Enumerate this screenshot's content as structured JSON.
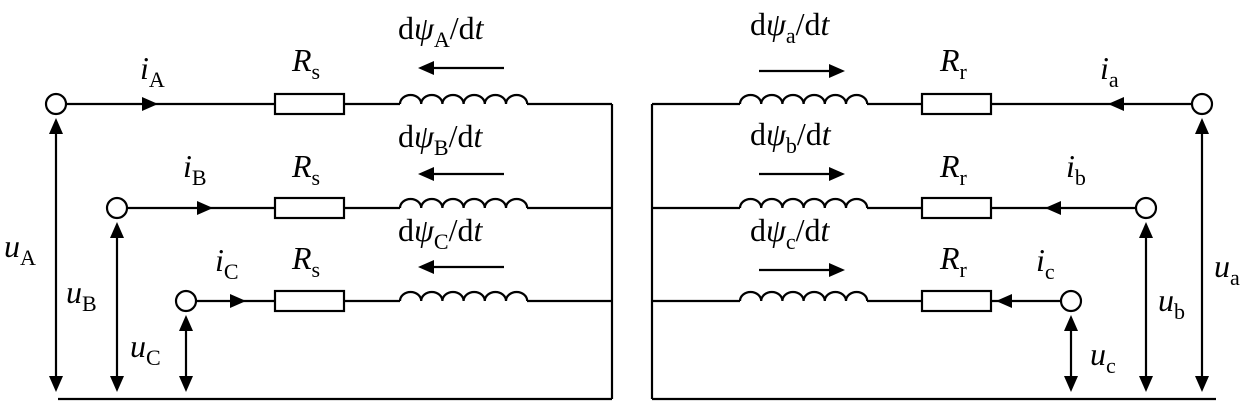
{
  "stator": {
    "phases": [
      {
        "id": "A",
        "current": {
          "sym": "i",
          "sub": "A"
        },
        "voltage": {
          "sym": "u",
          "sub": "A"
        },
        "resistor": {
          "sym": "R",
          "sub": "s"
        },
        "emf": {
          "pre": "d",
          "sym": "ψ",
          "sub": "A",
          "post": "/d",
          "var": "t"
        }
      },
      {
        "id": "B",
        "current": {
          "sym": "i",
          "sub": "B"
        },
        "voltage": {
          "sym": "u",
          "sub": "B"
        },
        "resistor": {
          "sym": "R",
          "sub": "s"
        },
        "emf": {
          "pre": "d",
          "sym": "ψ",
          "sub": "B",
          "post": "/d",
          "var": "t"
        }
      },
      {
        "id": "C",
        "current": {
          "sym": "i",
          "sub": "C"
        },
        "voltage": {
          "sym": "u",
          "sub": "C"
        },
        "resistor": {
          "sym": "R",
          "sub": "s"
        },
        "emf": {
          "pre": "d",
          "sym": "ψ",
          "sub": "C",
          "post": "/d",
          "var": "t"
        }
      }
    ]
  },
  "rotor": {
    "phases": [
      {
        "id": "a",
        "current": {
          "sym": "i",
          "sub": "a"
        },
        "voltage": {
          "sym": "u",
          "sub": "a"
        },
        "resistor": {
          "sym": "R",
          "sub": "r"
        },
        "emf": {
          "pre": "d",
          "sym": "ψ",
          "sub": "a",
          "post": "/d",
          "var": "t"
        }
      },
      {
        "id": "b",
        "current": {
          "sym": "i",
          "sub": "b"
        },
        "voltage": {
          "sym": "u",
          "sub": "b"
        },
        "resistor": {
          "sym": "R",
          "sub": "r"
        },
        "emf": {
          "pre": "d",
          "sym": "ψ",
          "sub": "b",
          "post": "/d",
          "var": "t"
        }
      },
      {
        "id": "c",
        "current": {
          "sym": "i",
          "sub": "c"
        },
        "voltage": {
          "sym": "u",
          "sub": "c"
        },
        "resistor": {
          "sym": "R",
          "sub": "r"
        },
        "emf": {
          "pre": "d",
          "sym": "ψ",
          "sub": "c",
          "post": "/d",
          "var": "t"
        }
      }
    ]
  }
}
